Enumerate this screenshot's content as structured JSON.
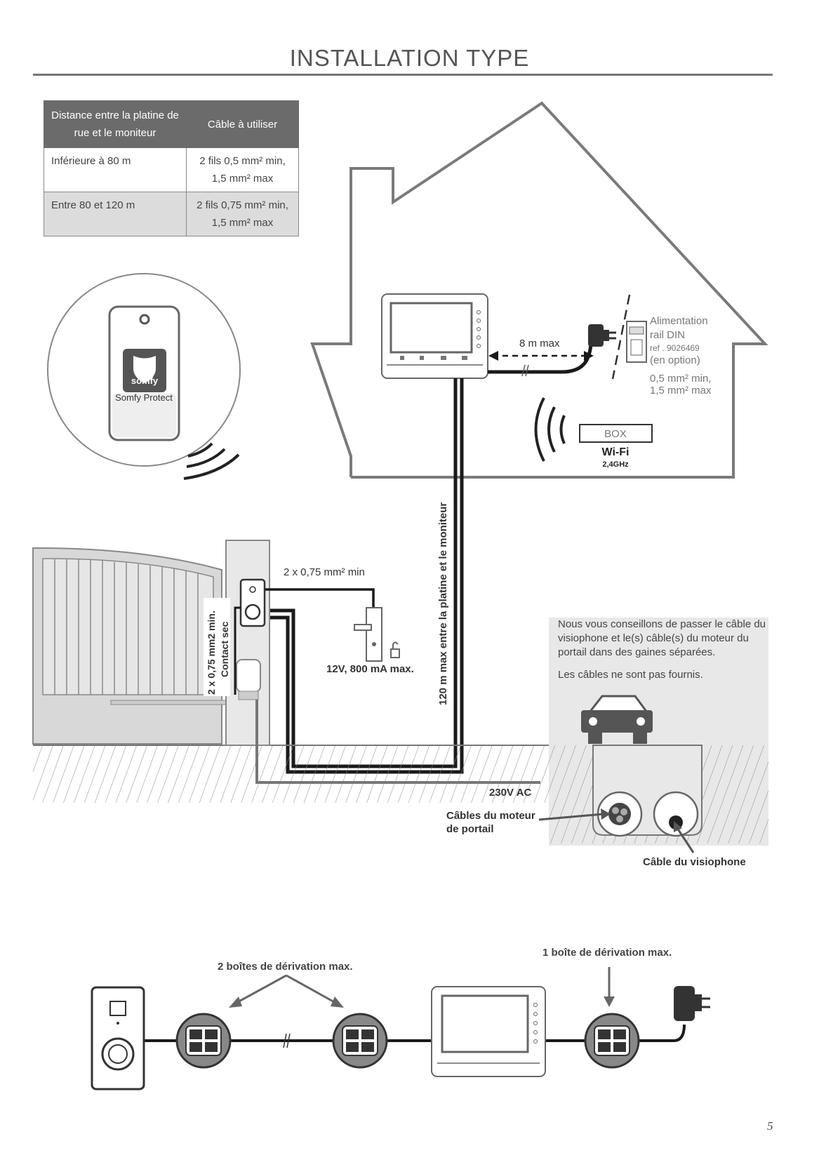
{
  "page": {
    "title": "INSTALLATION TYPE",
    "page_number": "5"
  },
  "cable_table": {
    "headers": [
      "Distance entre la platine de rue et le moniteur",
      "Câble à utiliser"
    ],
    "rows": [
      [
        "Inférieure à 80 m",
        "2 fils 0,5 mm² min, 1,5 mm² max"
      ],
      [
        "Entre 80 et 120 m",
        "2 fils 0,75 mm² min, 1,5 mm² max"
      ]
    ]
  },
  "labels": {
    "somfy_protect": "Somfy Protect",
    "somfy_logo": "somfy",
    "eight_m_max": "8 m max",
    "alimentation_line1": "Alimentation",
    "alimentation_line2": "rail DIN",
    "alimentation_ref": "ref . 9026469",
    "alimentation_option": "(en option)",
    "alim_cable_line1": "0,5 mm² min,",
    "alim_cable_line2": "1,5 mm² max",
    "box": "BOX",
    "wifi": "Wi-Fi",
    "wifi_freq": "2,4GHz",
    "max_120m": "120 m max entre la platine et le moniteur",
    "lock_cable": "2 x 0,75 mm² min",
    "lock_power": "12V, 800 mA max.",
    "contact_sec_line1": "2 x 0,75 mm2 min.",
    "contact_sec_line2": "Contact sec",
    "ac_230": "230V AC",
    "motor_cables_line1": "Câbles du moteur",
    "motor_cables_line2": "de portail",
    "visio_cable": "Câble du visiophone",
    "two_boxes": "2 boîtes de dérivation max.",
    "one_box": "1 boîte de dérivation max."
  },
  "info_box": {
    "paragraph1": "Nous vous conseillons de passer le câble du visiophone et le(s) câble(s) du moteur du portail dans des gaines séparées.",
    "paragraph2": "Les câbles ne sont pas fournis."
  },
  "colors": {
    "line_gray": "#7a7a7a",
    "cable_black": "#1a1a1a",
    "table_header": "#6b6b6b",
    "table_alt_row": "#dcdcdc"
  }
}
